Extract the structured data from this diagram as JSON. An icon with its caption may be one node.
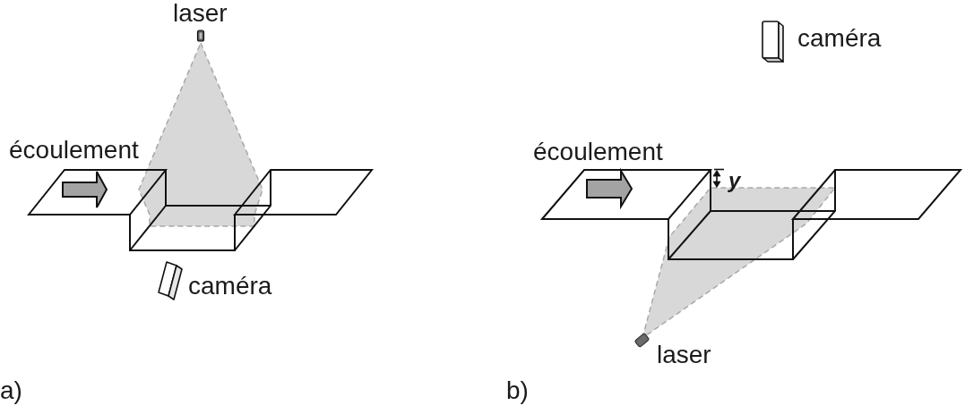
{
  "diagram": {
    "labels": [
      "laser",
      "écoulement",
      "caméra",
      "a)",
      "caméra",
      "écoulement",
      "y",
      "laser",
      "b)"
    ]
  }
}
